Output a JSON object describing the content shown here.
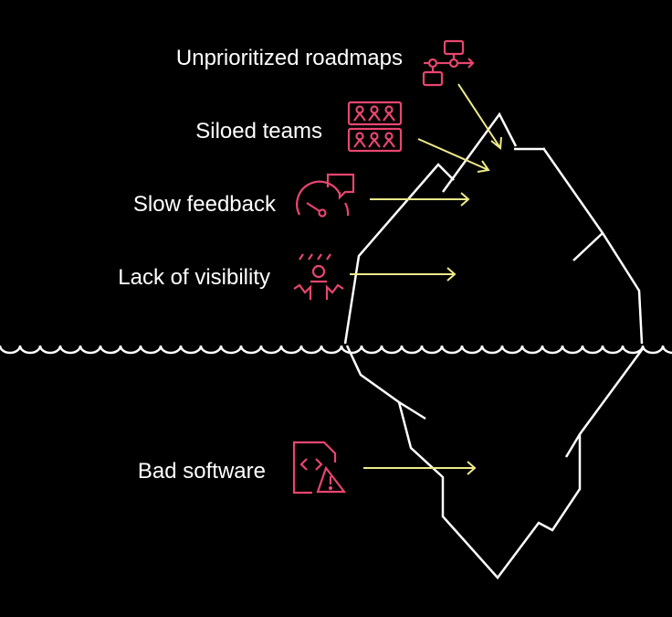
{
  "title": "Iceberg of product problems",
  "colors": {
    "background": "#000000",
    "iceberg": "#ffffff",
    "arrow": "#efe98a",
    "icon": "#e8466f"
  },
  "items": [
    {
      "label": "Unprioritized roadmaps",
      "icon": "flowchart-icon"
    },
    {
      "label": "Siloed teams",
      "icon": "team-groups-icon"
    },
    {
      "label": "Slow feedback",
      "icon": "speedometer-chat-icon"
    },
    {
      "label": "Lack of visibility",
      "icon": "confused-person-icon"
    },
    {
      "label": "Bad software",
      "icon": "code-file-warning-icon"
    }
  ]
}
